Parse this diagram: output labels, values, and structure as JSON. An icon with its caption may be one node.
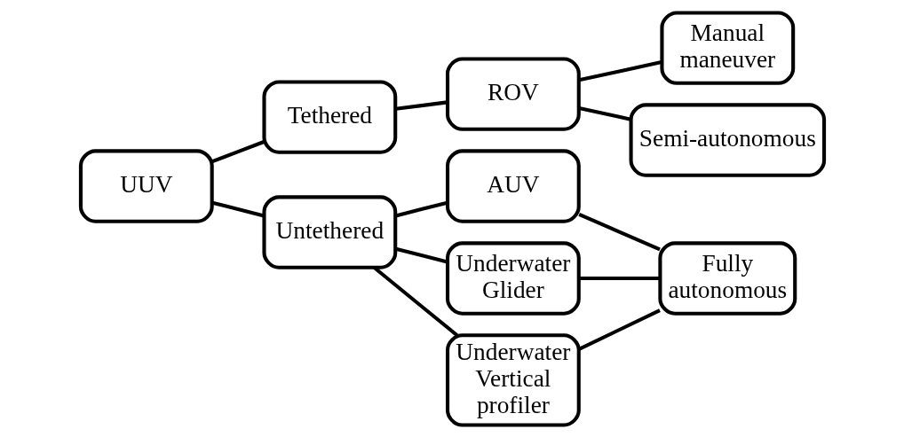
{
  "diagram": {
    "nodes": [
      {
        "text": [
          "UUV"
        ]
      },
      {
        "text": [
          "Tethered"
        ]
      },
      {
        "text": [
          "Untethered"
        ]
      },
      {
        "text": [
          "ROV"
        ]
      },
      {
        "text": [
          "AUV"
        ]
      },
      {
        "text": [
          "Underwater Glider"
        ]
      },
      {
        "text": [
          "Underwater Vertical profiler"
        ]
      },
      {
        "text": [
          "Manual maneuver"
        ]
      },
      {
        "text": [
          "Semi-autonomous"
        ]
      },
      {
        "text": [
          "Fully autonomous"
        ]
      }
    ],
    "edges": [
      {
        "from": 0,
        "to": 1,
        "arrow": "none"
      },
      {
        "from": 0,
        "to": 2,
        "arrow": "none"
      },
      {
        "from": 1,
        "to": 3,
        "arrow": "none"
      },
      {
        "from": 3,
        "to": 7,
        "arrow": "none"
      },
      {
        "from": 3,
        "to": 8,
        "arrow": "none"
      },
      {
        "from": 2,
        "to": 4,
        "arrow": "none"
      },
      {
        "from": 2,
        "to": 5,
        "arrow": "none"
      },
      {
        "from": 2,
        "to": 6,
        "arrow": "none"
      },
      {
        "from": 4,
        "to": 9,
        "arrow": "none"
      },
      {
        "from": 5,
        "to": 9,
        "arrow": "none"
      },
      {
        "from": 6,
        "to": 9,
        "arrow": "none"
      }
    ]
  }
}
